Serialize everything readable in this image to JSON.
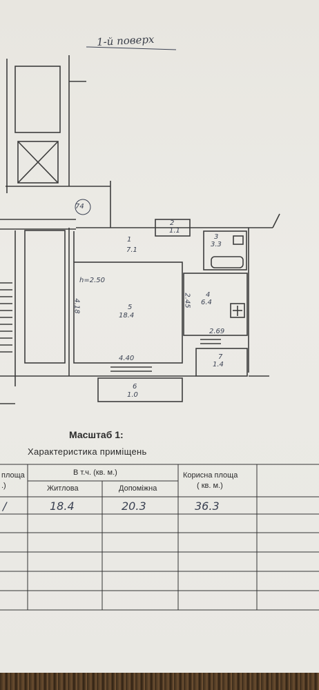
{
  "floor_label": "1-й поверх",
  "plan": {
    "building_number": "74",
    "height_note": "h=2.50",
    "rooms": [
      {
        "number": "1",
        "area": "7.1"
      },
      {
        "number": "2",
        "area": "1.1"
      },
      {
        "number": "3",
        "area": "3.3"
      },
      {
        "number": "4",
        "area": "6.4"
      },
      {
        "number": "5",
        "area": "18.4"
      },
      {
        "number": "6",
        "area": "1.0"
      },
      {
        "number": "7",
        "area": "1.4"
      }
    ],
    "dimensions": [
      "4.18",
      "4.40",
      "2.45",
      "2.69"
    ]
  },
  "scale_title": "Масштаб  1:",
  "table": {
    "caption": "Характеристика  приміщень",
    "header_total_area": "площа",
    "header_total_unit": ".)",
    "header_group": "В т.ч.  (кв. м.)",
    "header_living": "Житлова",
    "header_auxiliary": "Допоміжна",
    "header_useful": "Корисна площа",
    "header_useful_unit": "( кв. м.)",
    "row1": {
      "total": "/",
      "living": "18.4",
      "auxiliary": "20.3",
      "useful": "36.3"
    }
  }
}
